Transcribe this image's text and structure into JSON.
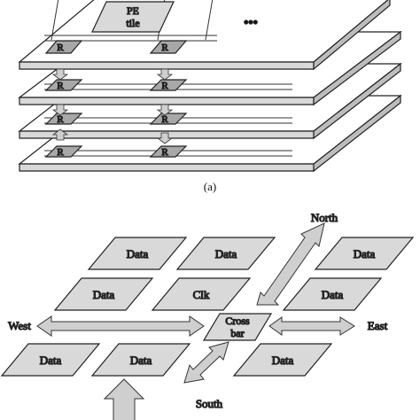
{
  "part_a": {
    "pe_tile_line1": "PE",
    "pe_tile_line2": "tile",
    "router_label": "R",
    "ellipsis": "•••",
    "caption": "(a)"
  },
  "part_b": {
    "cells": {
      "top_1": "Data",
      "top_2": "Data",
      "top_3": "Data",
      "mid_1": "Data",
      "mid_2": "Clk",
      "mid_3": "Data",
      "bot_1": "Data",
      "bot_2": "Data",
      "bot_3": "Data"
    },
    "crossbar_line1": "Cross",
    "crossbar_line2": "bar",
    "directions": {
      "north": "North",
      "south": "South",
      "east": "East",
      "west": "West"
    }
  },
  "colors": {
    "layer_fill": "#ffffff",
    "layer_shade": "#d9d9d9",
    "router_fill": "#a8a8a8",
    "arrow_fill": "#cfcfcf",
    "stroke": "#222222"
  }
}
